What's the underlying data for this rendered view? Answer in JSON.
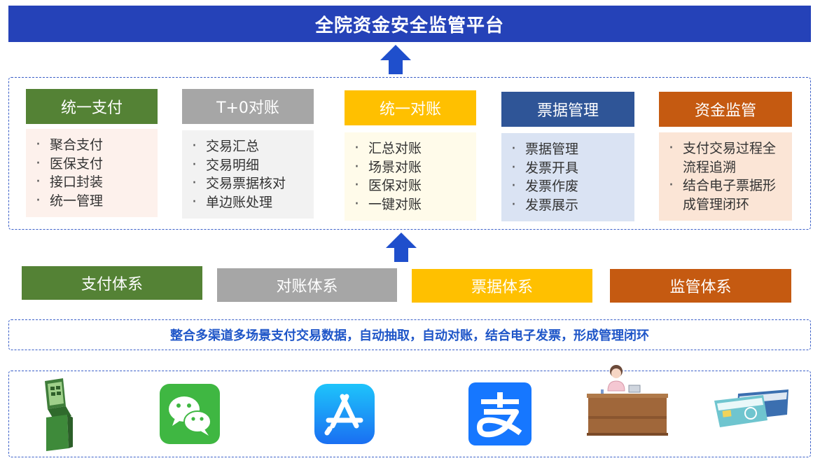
{
  "platform": {
    "title": "全院资金安全监管平台"
  },
  "modules": [
    {
      "title": "统一支付",
      "items": [
        "聚合支付",
        "医保支付",
        "接口封装",
        "统一管理"
      ],
      "head_color": "#548235",
      "body_color": "#fdf1ec",
      "text_color": "#ffffff"
    },
    {
      "title": "T+0对账",
      "items": [
        "交易汇总",
        "交易明细",
        "交易票据核对",
        "单边账处理"
      ],
      "head_color": "#a6a6a6",
      "body_color": "#f2f2f2",
      "text_color": "#ffffff"
    },
    {
      "title": "统一对账",
      "items": [
        "汇总对账",
        "场景对账",
        "医保对账",
        "一键对账"
      ],
      "head_color": "#ffc000",
      "body_color": "#fffbea",
      "text_color": "#ffffff"
    },
    {
      "title": "票据管理",
      "items": [
        "票据管理",
        "发票开具",
        "发票作废",
        "发票展示"
      ],
      "head_color": "#2f5597",
      "body_color": "#dae3f3",
      "text_color": "#ffffff"
    },
    {
      "title": "资金监管",
      "items": [
        "支付交易过程全流程追溯",
        "结合电子票据形成管理闭环"
      ],
      "head_color": "#c55a11",
      "body_color": "#fbe5d6",
      "text_color": "#ffffff"
    }
  ],
  "systems": [
    {
      "label": "支付体系",
      "color": "#548235"
    },
    {
      "label": "对账体系",
      "color": "#a6a6a6"
    },
    {
      "label": "票据体系",
      "color": "#ffc000"
    },
    {
      "label": "监管体系",
      "color": "#c55a11"
    }
  ],
  "summary": {
    "text": "整合多渠道多场景支付交易数据，自动抽取，自动对账，结合电子发票，形成管理闭环"
  },
  "channels": [
    {
      "icon": "self-service-kiosk-icon"
    },
    {
      "icon": "wechat-pay-icon"
    },
    {
      "icon": "app-store-icon"
    },
    {
      "icon": "alipay-icon"
    },
    {
      "icon": "service-counter-icon"
    },
    {
      "icon": "bank-card-icon"
    }
  ],
  "colors": {
    "banner": "#2542b8",
    "arrow": "#1f4fcc",
    "dashed_border": "#3a5fc8",
    "summary_text": "#1f56c8"
  }
}
